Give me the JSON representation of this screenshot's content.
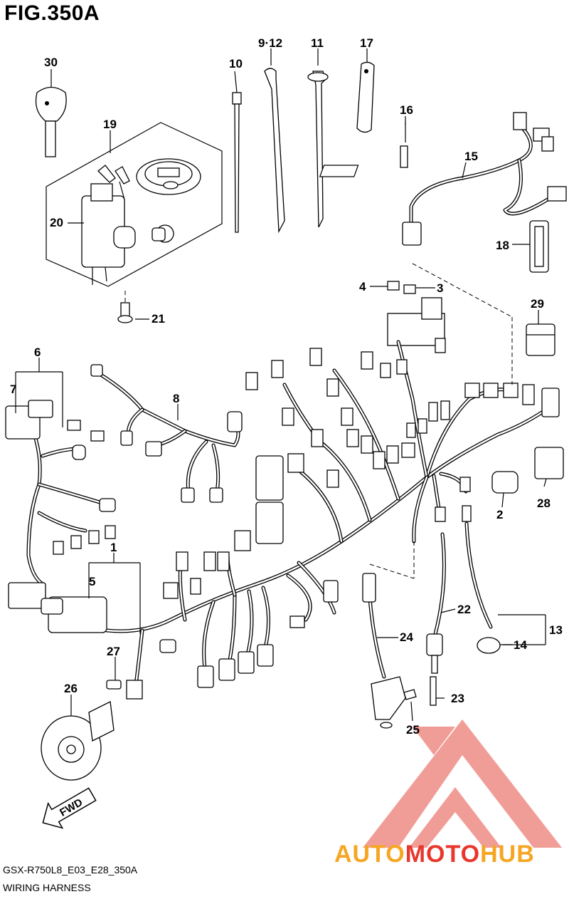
{
  "figure": {
    "title": "FIG.350A",
    "model_code": "GSX-R750L8_E03_E28_350A",
    "name": "WIRING HARNESS"
  },
  "direction_arrow": "FWD",
  "watermark": {
    "part1": "AUTO",
    "part2": "MOTO",
    "part3": "HUB",
    "color_orange": "#f6a623",
    "color_red": "#e8372c"
  },
  "callouts": {
    "c2": "2",
    "c3": "3",
    "c4": "4",
    "c5": "5",
    "c6": "6",
    "c7": "7",
    "c8": "8",
    "c9_12": "9·12",
    "c10": "10",
    "c11": "11",
    "c13": "13",
    "c14": "14",
    "c15": "15",
    "c16": "16",
    "c17": "17",
    "c18": "18",
    "c19": "19",
    "c20": "20",
    "c21": "21",
    "c22": "22",
    "c23": "23",
    "c24": "24",
    "c25": "25",
    "c26": "26",
    "c27": "27",
    "c28": "28",
    "c29": "29",
    "c30": "30",
    "c1": "1"
  }
}
